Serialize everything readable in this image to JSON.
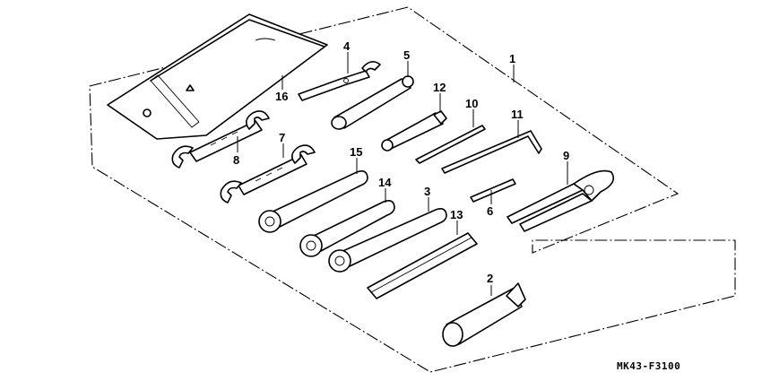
{
  "diagram": {
    "code": "MK43-F3100",
    "callouts": {
      "c1": "1",
      "c2": "2",
      "c3": "3",
      "c4": "4",
      "c5": "5",
      "c6": "6",
      "c7": "7",
      "c8": "8",
      "c9": "9",
      "c10": "10",
      "c11": "11",
      "c12": "12",
      "c13": "13",
      "c14": "14",
      "c15": "15",
      "c16": "16"
    }
  }
}
